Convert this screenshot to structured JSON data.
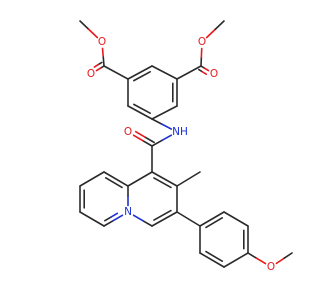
{
  "diagram": {
    "type": "chemical-structure",
    "colors": {
      "background": "#ffffff",
      "carbon_bond": "#2b2b2b",
      "oxygen": "#e8191c",
      "nitrogen": "#1a2fd6"
    },
    "atoms": [
      {
        "id": "a1",
        "element": "C",
        "label": ""
      },
      {
        "id": "a2",
        "element": "O",
        "label": "O"
      },
      {
        "id": "a3",
        "element": "C",
        "label": ""
      },
      {
        "id": "a4",
        "element": "O",
        "label": "O"
      },
      {
        "id": "a5",
        "element": "C",
        "label": ""
      },
      {
        "id": "a6",
        "element": "C",
        "label": ""
      },
      {
        "id": "a7",
        "element": "C",
        "label": ""
      },
      {
        "id": "a8",
        "element": "C",
        "label": ""
      },
      {
        "id": "a9",
        "element": "C",
        "label": ""
      },
      {
        "id": "a10",
        "element": "C",
        "label": ""
      },
      {
        "id": "a11",
        "element": "C",
        "label": ""
      },
      {
        "id": "a12",
        "element": "O",
        "label": "O"
      },
      {
        "id": "a13",
        "element": "O",
        "label": "O"
      },
      {
        "id": "a14",
        "element": "C",
        "label": ""
      },
      {
        "id": "a15",
        "element": "N",
        "label": "NH"
      },
      {
        "id": "a16",
        "element": "C",
        "label": ""
      },
      {
        "id": "a17",
        "element": "O",
        "label": "O"
      },
      {
        "id": "a18",
        "element": "C",
        "label": ""
      },
      {
        "id": "a19",
        "element": "C",
        "label": ""
      },
      {
        "id": "a20",
        "element": "C",
        "label": ""
      },
      {
        "id": "a21",
        "element": "C",
        "label": ""
      },
      {
        "id": "a22",
        "element": "N",
        "label": "N"
      },
      {
        "id": "a23",
        "element": "C",
        "label": ""
      },
      {
        "id": "a24",
        "element": "C",
        "label": ""
      },
      {
        "id": "a25",
        "element": "C",
        "label": ""
      },
      {
        "id": "a26",
        "element": "C",
        "label": ""
      },
      {
        "id": "a27",
        "element": "C",
        "label": ""
      },
      {
        "id": "a28",
        "element": "C",
        "label": ""
      },
      {
        "id": "a29",
        "element": "C",
        "label": ""
      },
      {
        "id": "a30",
        "element": "C",
        "label": ""
      },
      {
        "id": "a31",
        "element": "C",
        "label": ""
      },
      {
        "id": "a32",
        "element": "C",
        "label": ""
      },
      {
        "id": "a33",
        "element": "C",
        "label": ""
      },
      {
        "id": "a34",
        "element": "C",
        "label": ""
      },
      {
        "id": "a35",
        "element": "O",
        "label": "O"
      },
      {
        "id": "a36",
        "element": "C",
        "label": ""
      }
    ],
    "bonds": [
      {
        "from": "a1",
        "to": "a2",
        "order": 1
      },
      {
        "from": "a2",
        "to": "a3",
        "order": 1
      },
      {
        "from": "a3",
        "to": "a4",
        "order": 2
      },
      {
        "from": "a3",
        "to": "a5",
        "order": 1
      },
      {
        "from": "a5",
        "to": "a6",
        "order": 2
      },
      {
        "from": "a6",
        "to": "a7",
        "order": 1
      },
      {
        "from": "a7",
        "to": "a8",
        "order": 2
      },
      {
        "from": "a8",
        "to": "a9",
        "order": 1
      },
      {
        "from": "a9",
        "to": "a10",
        "order": 2
      },
      {
        "from": "a10",
        "to": "a5",
        "order": 1
      },
      {
        "from": "a7",
        "to": "a11",
        "order": 1
      },
      {
        "from": "a11",
        "to": "a12",
        "order": 2
      },
      {
        "from": "a11",
        "to": "a13",
        "order": 1
      },
      {
        "from": "a13",
        "to": "a14",
        "order": 1
      },
      {
        "from": "a9",
        "to": "a15",
        "order": 1
      },
      {
        "from": "a15",
        "to": "a16",
        "order": 1
      },
      {
        "from": "a16",
        "to": "a17",
        "order": 2
      },
      {
        "from": "a16",
        "to": "a18",
        "order": 1
      },
      {
        "from": "a18",
        "to": "a19",
        "order": 2
      },
      {
        "from": "a19",
        "to": "a20",
        "order": 1
      },
      {
        "from": "a20",
        "to": "a21",
        "order": 2
      },
      {
        "from": "a21",
        "to": "a22",
        "order": 1
      },
      {
        "from": "a22",
        "to": "a23",
        "order": 2
      },
      {
        "from": "a23",
        "to": "a24",
        "order": 1
      },
      {
        "from": "a24",
        "to": "a18",
        "order": 1
      },
      {
        "from": "a19",
        "to": "a25",
        "order": 1
      },
      {
        "from": "a23",
        "to": "a26",
        "order": 1
      },
      {
        "from": "a26",
        "to": "a27",
        "order": 2
      },
      {
        "from": "a27",
        "to": "a28",
        "order": 1
      },
      {
        "from": "a28",
        "to": "a29",
        "order": 2
      },
      {
        "from": "a29",
        "to": "a30",
        "order": 1
      },
      {
        "from": "a30",
        "to": "a31",
        "order": 2
      },
      {
        "from": "a31",
        "to": "a26",
        "order": 1
      },
      {
        "from": "a24",
        "to": "a32",
        "order": 2
      },
      {
        "from": "a32",
        "to": "a33",
        "order": 1
      },
      {
        "from": "a33",
        "to": "a34",
        "order": 2
      },
      {
        "from": "a34",
        "to": "a35",
        "order": 1
      },
      {
        "from": "a35",
        "to": "a36",
        "order": 1
      }
    ]
  }
}
